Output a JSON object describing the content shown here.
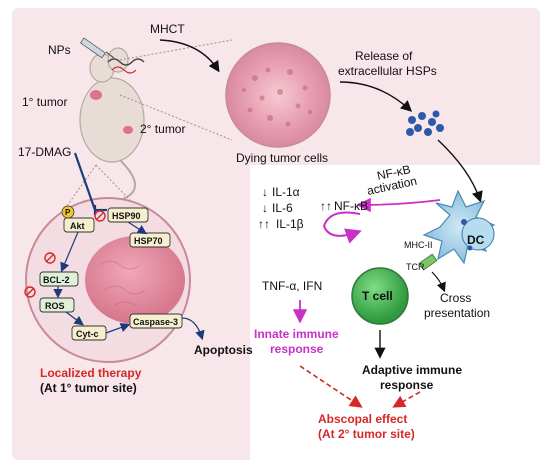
{
  "labels": {
    "nps": "NPs",
    "mhct": "MHCT",
    "primary_tumor": "1° tumor",
    "secondary_tumor": "2° tumor",
    "drug": "17-DMAG",
    "dying_cells": "Dying tumor cells",
    "hsp_release_line1": "Release of",
    "hsp_release_line2": "extracellular HSPs",
    "nfkb_activation_line1": "NF-κB",
    "nfkb_activation_line2": "activation",
    "il1a": "IL-1α",
    "il6": "IL-6",
    "il1b": "IL-1β",
    "nfkb": "NF-κB",
    "dc": "DC",
    "mhc2": "MHC-II",
    "tcr": "TCR",
    "tcell": "T cell",
    "tnf": "TNF-α, IFN",
    "cross_line1": "Cross",
    "cross_line2": "presentation",
    "innate_line1": "Innate immune",
    "innate_line2": "response",
    "adaptive_line1": "Adaptive immune",
    "adaptive_line2": "response",
    "abscopal_line1": "Abscopal effect",
    "abscopal_line2": "(At 2° tumor site)",
    "localized_line1": "Localized therapy",
    "localized_line2": "(At 1° tumor site)",
    "apoptosis": "Apoptosis",
    "p": "P",
    "akt": "Akt",
    "hsp90": "HSP90",
    "hsp70": "HSP70",
    "bcl2": "BCL-2",
    "ros": "ROS",
    "cytc": "Cyt-c",
    "caspase3": "Caspase-3"
  },
  "colors": {
    "background_panel": "#f7e6ea",
    "red": "#d62828",
    "magenta": "#c830c8",
    "navy": "#1f3a7a",
    "tcell_green": "#3cb44b",
    "dc_blue": "#8fc6e3"
  }
}
